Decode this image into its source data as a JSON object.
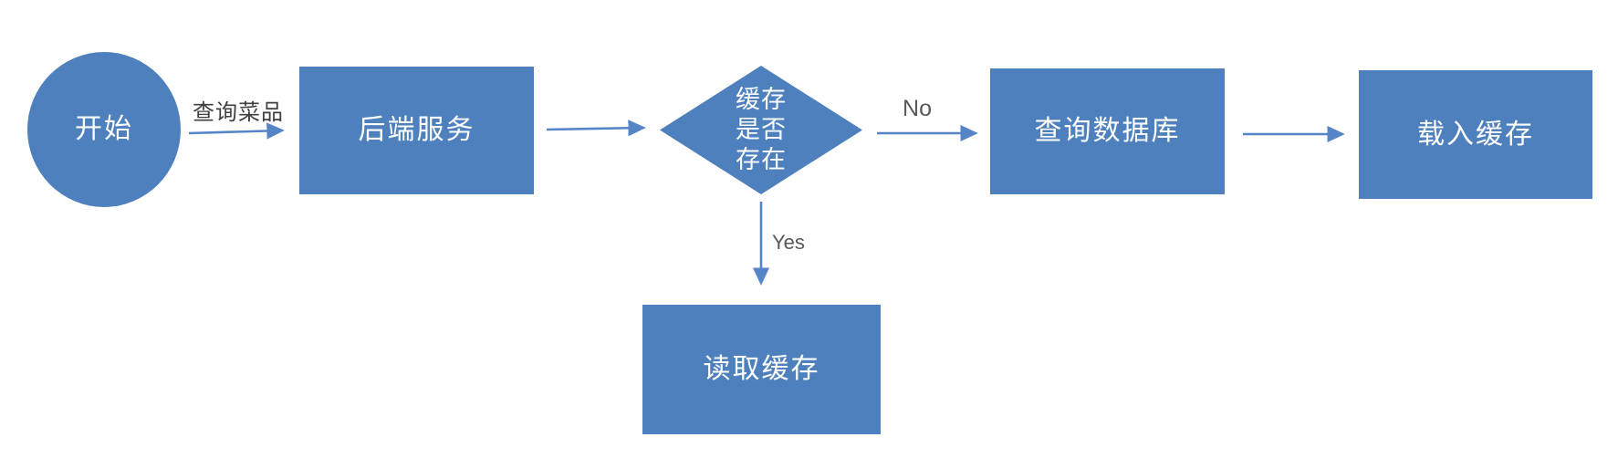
{
  "diagram": {
    "type": "flowchart",
    "background_color": "#ffffff",
    "shape_fill_color": "#4E80BD",
    "shape_text_color": "#ffffff",
    "arrow_color": "#5585C7",
    "edge_label_color": "#595959",
    "nodes": [
      {
        "id": "start",
        "shape": "circle",
        "label": "开始"
      },
      {
        "id": "backend",
        "shape": "rect",
        "label": "后端服务"
      },
      {
        "id": "cache-exists",
        "shape": "diamond",
        "label": "缓存\n是否\n存在"
      },
      {
        "id": "query-db",
        "shape": "rect",
        "label": "查询数据库"
      },
      {
        "id": "load-cache",
        "shape": "rect",
        "label": "载入缓存"
      },
      {
        "id": "read-cache",
        "shape": "rect",
        "label": "读取缓存"
      }
    ],
    "edges": [
      {
        "from": "start",
        "to": "backend",
        "label": "查询菜品"
      },
      {
        "from": "backend",
        "to": "cache-exists",
        "label": ""
      },
      {
        "from": "cache-exists",
        "to": "query-db",
        "label": "No"
      },
      {
        "from": "query-db",
        "to": "load-cache",
        "label": ""
      },
      {
        "from": "cache-exists",
        "to": "read-cache",
        "label": "Yes"
      }
    ]
  }
}
